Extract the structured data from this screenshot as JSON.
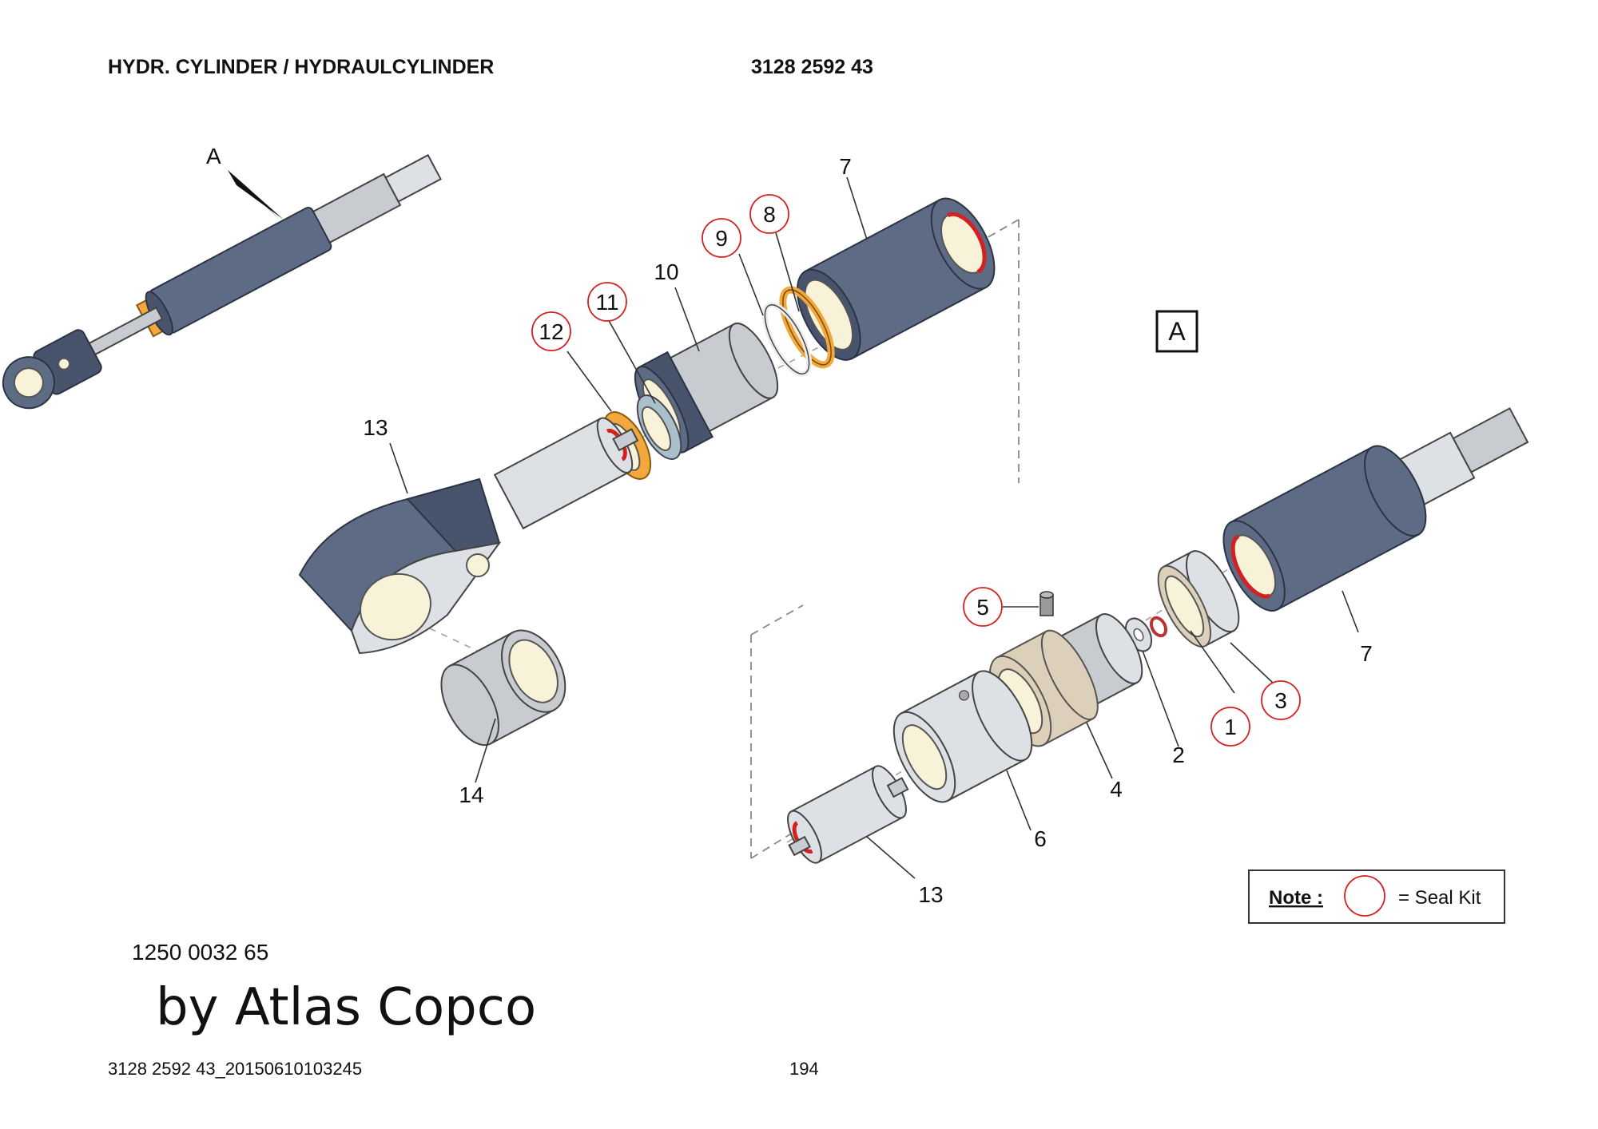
{
  "header": {
    "title": "HYDR. CYLINDER / HYDRAULCYLINDER",
    "part_number": "3128 2592 43"
  },
  "view_marker": "A",
  "detail_marker": "A",
  "callouts": {
    "c1": "1",
    "c2": "2",
    "c3": "3",
    "c4": "4",
    "c5": "5",
    "c6": "6",
    "c7a": "7",
    "c7b": "7",
    "c8": "8",
    "c9": "9",
    "c10": "10",
    "c11": "11",
    "c12": "12",
    "c13a": "13",
    "c13b": "13",
    "c14": "14"
  },
  "seal_kit_items": [
    "1",
    "3",
    "5",
    "8",
    "9",
    "11",
    "12"
  ],
  "note": {
    "label": "Note :",
    "text": "= Seal Kit"
  },
  "reference_number": "1250 0032 65",
  "watermark": "by Atlas Copco",
  "footer": {
    "doc_id": "3128 2592 43_20150610103245",
    "page": "194"
  },
  "colors": {
    "body": "#5e6b85",
    "body_dark": "#48546b",
    "seal_red": "#d42020",
    "orange": "#f2a83c",
    "steel": "#c8ccd1",
    "bronze": "#ddd0bb",
    "bushing": "#f7f2d8"
  }
}
